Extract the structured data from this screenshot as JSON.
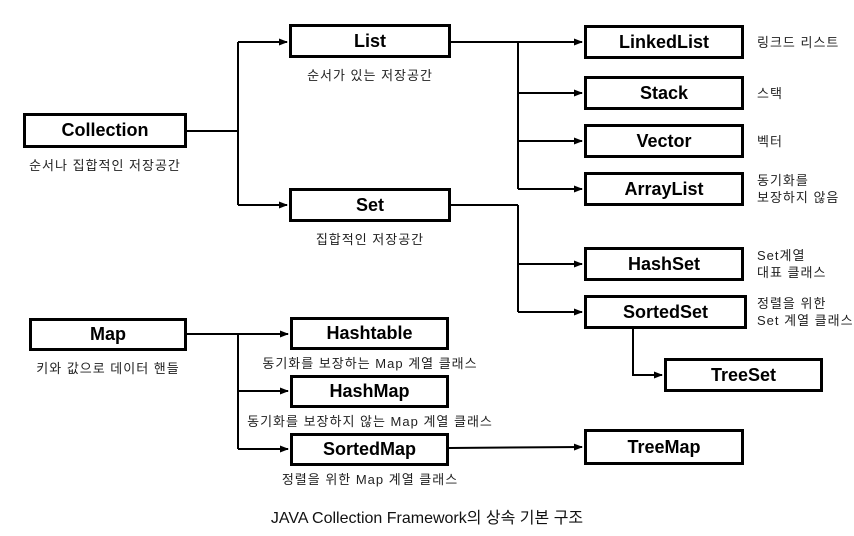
{
  "caption": "JAVA Collection Framework의 상속 기본 구조",
  "colors": {
    "line": "#000000",
    "box_border": "#000000",
    "background": "#ffffff",
    "annotation_text": "#1f1f1f"
  },
  "nodes": {
    "collection": {
      "label": "Collection",
      "description": "순서나 집합적인 저장공간"
    },
    "list": {
      "label": "List",
      "description": "순서가 있는 저장공간"
    },
    "set": {
      "label": "Set",
      "description": "집합적인 저장공간"
    },
    "linkedlist": {
      "label": "LinkedList",
      "side_note": "링크드 리스트"
    },
    "stack": {
      "label": "Stack",
      "side_note": "스택"
    },
    "vector": {
      "label": "Vector",
      "side_note": "벡터"
    },
    "arraylist": {
      "label": "ArrayList",
      "side_note": "동기화를\n보장하지 않음"
    },
    "hashset": {
      "label": "HashSet",
      "side_note": "Set계열\n대표 클래스"
    },
    "sortedset": {
      "label": "SortedSet",
      "side_note": "정렬을 위한\nSet 계열 클래스"
    },
    "treeset": {
      "label": "TreeSet"
    },
    "map": {
      "label": "Map",
      "description": "키와 값으로 데이터 핸들"
    },
    "hashtable": {
      "label": "Hashtable",
      "description": "동기화를 보장하는 Map 계열 클래스"
    },
    "hashmap": {
      "label": "HashMap",
      "description": "동기화를 보장하지 않는 Map 계열 클래스"
    },
    "sortedmap": {
      "label": "SortedMap",
      "description": "정렬을 위한 Map 계열 클래스"
    },
    "treemap": {
      "label": "TreeMap"
    }
  },
  "edges": [
    {
      "from": "Collection",
      "to": "List"
    },
    {
      "from": "Collection",
      "to": "Set"
    },
    {
      "from": "List",
      "to": "LinkedList"
    },
    {
      "from": "List",
      "to": "Stack"
    },
    {
      "from": "List",
      "to": "Vector"
    },
    {
      "from": "List",
      "to": "ArrayList"
    },
    {
      "from": "Set",
      "to": "HashSet"
    },
    {
      "from": "Set",
      "to": "SortedSet"
    },
    {
      "from": "SortedSet",
      "to": "TreeSet"
    },
    {
      "from": "Map",
      "to": "Hashtable"
    },
    {
      "from": "Map",
      "to": "HashMap"
    },
    {
      "from": "Map",
      "to": "SortedMap"
    },
    {
      "from": "SortedMap",
      "to": "TreeMap"
    }
  ]
}
